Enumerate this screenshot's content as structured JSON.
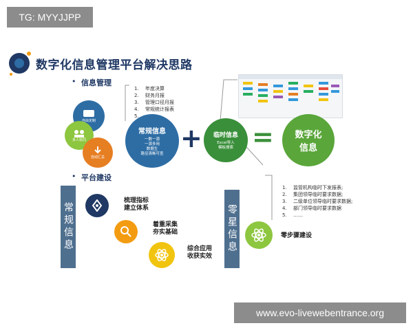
{
  "badge": "TG: MYYJJPP",
  "watermark": "www.evo-livewebentrance.org",
  "title": "数字化信息管理平台解决思路",
  "sections": {
    "info_mgmt": "信息管理",
    "platform": "平台建设"
  },
  "top_list": [
    {
      "n": "1.",
      "t": "年度决算"
    },
    {
      "n": "2.",
      "t": "财务月报"
    },
    {
      "n": "3.",
      "t": "管理口径月报"
    },
    {
      "n": "4.",
      "t": "常规统计报表"
    },
    {
      "n": "5.",
      "t": "……"
    }
  ],
  "side_icons": [
    "自由定制",
    "多人协同",
    "自动汇总"
  ],
  "regular": {
    "title": "常规信息",
    "lines": [
      "一数一源",
      "一源多用",
      "数据生",
      "路径清晰可查"
    ]
  },
  "plus": "+",
  "temp": {
    "title": "临时信息",
    "lines": [
      "Excel导入",
      "模板搜索"
    ]
  },
  "equals": "=",
  "digital": {
    "title": "数字化",
    "title2": "信息"
  },
  "bottom_list": [
    {
      "n": "1.",
      "t": "监管机构临时下发报表;"
    },
    {
      "n": "2.",
      "t": "集团领导临时要求数据;"
    },
    {
      "n": "3.",
      "t": "二级单位领导临时要求数据;"
    },
    {
      "n": "4.",
      "t": "部门领导临时要求数据"
    },
    {
      "n": "5.",
      "t": "……"
    }
  ],
  "left_bar": "常规信息",
  "right_bar": "零星信息",
  "steps": [
    {
      "l1": "梳理指标",
      "l2": "建立体系",
      "color": "#2e6da4",
      "icon": "pen-icon"
    },
    {
      "l1": "着重采集",
      "l2": "夯实基础",
      "color": "#f39c12",
      "icon": "magnifier-icon"
    },
    {
      "l1": "综合应用",
      "l2": "收获实效",
      "color": "#f1c40f",
      "icon": "atom-icon"
    }
  ],
  "zero_step": {
    "label": "零步骤建设",
    "color": "#8dc63f",
    "icon": "atom-icon"
  },
  "colors": {
    "navy": "#1f3864",
    "blue_circle": "#2e6da4",
    "green_circle": "#3a8f3a",
    "digital_circle": "#5aa63a",
    "bar": "#4f6f8f"
  }
}
